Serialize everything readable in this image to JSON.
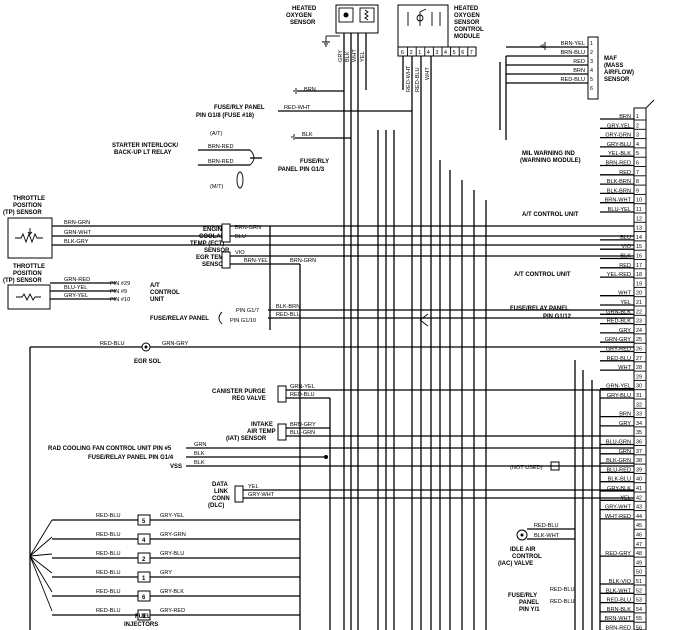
{
  "components": {
    "ho2s": [
      "HEATED",
      "OXYGEN",
      "SENSOR"
    ],
    "ho2s_module": [
      "HEATED",
      "OXYGEN",
      "SENSOR",
      "CONTROL",
      "MODULE"
    ],
    "maf": [
      "MAF",
      "(MASS",
      "AIRFLOW)",
      "SENSOR"
    ],
    "tp": [
      "THROTTLE",
      "POSITION",
      "(TP) SENSOR"
    ],
    "ect": [
      "ENGINE",
      "COOLANT",
      "TEMP (ECT)",
      "SENSOR"
    ],
    "egr_temp": [
      "EGR TEMP",
      "SENSOR"
    ],
    "egr_sol": [
      "EGR SOL"
    ],
    "canister": [
      "CANISTER PURGE",
      "REG VALVE"
    ],
    "iat": [
      "INTAKE",
      "AIR TEMP",
      "(IAT) SENSOR"
    ],
    "dlc": [
      "DATA",
      "LINK",
      "CONN",
      "(DLC)"
    ],
    "iac": [
      "IDLE AIR",
      "CONTROL",
      "(IAC) VALVE"
    ],
    "injectors": [
      "FUEL",
      "INJECTORS"
    ],
    "not_used": "(NOT USED)"
  },
  "refs": {
    "fuse18": [
      "FUSE/RLY PANEL",
      "PIN G1/8 (FUSE #18)"
    ],
    "starter": [
      "STARTER INTERLOCK/",
      "BACK-UP LT RELAY"
    ],
    "at": "(A/T)",
    "mt": "(M/T)",
    "fuse_g13": [
      "FUSE/RLY",
      "PANEL PIN G1/3"
    ],
    "mil": [
      "MIL WARNING IND",
      "(WARNING MODULE)"
    ],
    "at_unit1": "A/T CONTROL UNIT",
    "at_unit2": "A/T CONTROL UNIT",
    "at_unit3": [
      "A/T",
      "CONTROL",
      "UNIT"
    ],
    "pin29": "PIN #29",
    "pin9": "PIN #9",
    "pin10": "PIN #10",
    "fuse_left": "FUSE/RELAY PANEL",
    "pin_g17": "PIN G1/7",
    "pin_g110": "PIN G1/10",
    "fuse_g112": [
      "FUSE/RELAY PANEL",
      "PIN G1/12"
    ],
    "rad_fan": "RAD COOLING FAN CONTROL UNIT PIN #5",
    "fuse_g14": "FUSE/RELAY PANEL PIN G1/4",
    "vss": "VSS",
    "fuse_y1": [
      "FUSE/RLY",
      "PANEL",
      "PIN Y/1"
    ]
  },
  "module_pins": [
    "6",
    "2",
    "1",
    "4",
    "3",
    "4",
    "5",
    "6",
    "7"
  ],
  "maf_pins": [
    "1",
    "2",
    "3",
    "4",
    "5",
    "6"
  ],
  "maf_wires": [
    "BRN-YEL",
    "BRN-BLU",
    "RED",
    "BRN",
    "RED-BLU"
  ],
  "top_wires": {
    "gry": "GRY",
    "blk": "BLK",
    "wht": "WHT",
    "yel": "YEL",
    "red_wht": "RED-WHT",
    "red_blu": "RED-BLU",
    "wht2": "WHT",
    "brn": "BRN",
    "red_wht2": "RED-WHT",
    "blk2": "BLK",
    "brn_red": "BRN-RED",
    "brn_red2": "BRN-RED"
  },
  "ecm_pins": [
    {
      "n": "1",
      "w": "BRN"
    },
    {
      "n": "2",
      "w": "GRY-YEL"
    },
    {
      "n": "3",
      "w": "GRY-GRN"
    },
    {
      "n": "4",
      "w": "GRY-BLU"
    },
    {
      "n": "5",
      "w": "YEL-BLK"
    },
    {
      "n": "6",
      "w": "BRN-RED"
    },
    {
      "n": "7",
      "w": "RED"
    },
    {
      "n": "8",
      "w": "BLK-BRN"
    },
    {
      "n": "9",
      "w": "BLK-BRN"
    },
    {
      "n": "10",
      "w": "BRN-WHT"
    },
    {
      "n": "11",
      "w": "BLU-YEL"
    },
    {
      "n": "12",
      "w": ""
    },
    {
      "n": "13",
      "w": ""
    },
    {
      "n": "14",
      "w": "BLU"
    },
    {
      "n": "15",
      "w": "VIO"
    },
    {
      "n": "16",
      "w": "BLK"
    },
    {
      "n": "17",
      "w": "RED"
    },
    {
      "n": "18",
      "w": "YEL-RED"
    },
    {
      "n": "19",
      "w": ""
    },
    {
      "n": "20",
      "w": "WHT"
    },
    {
      "n": "21",
      "w": "YEL"
    },
    {
      "n": "22",
      "w": "GRN-BLK"
    },
    {
      "n": "23",
      "w": "RED-BLK"
    },
    {
      "n": "24",
      "w": "GRY"
    },
    {
      "n": "25",
      "w": "GRN-GRY"
    },
    {
      "n": "26",
      "w": "GRY-RED"
    },
    {
      "n": "27",
      "w": "RED-BLU"
    },
    {
      "n": "28",
      "w": "WHT"
    },
    {
      "n": "29",
      "w": ""
    },
    {
      "n": "30",
      "w": "GRN-YEL"
    },
    {
      "n": "31",
      "w": "GRY-BLU"
    },
    {
      "n": "32",
      "w": ""
    },
    {
      "n": "33",
      "w": "BRN"
    },
    {
      "n": "34",
      "w": "GRY"
    },
    {
      "n": "35",
      "w": ""
    },
    {
      "n": "36",
      "w": "BLU-GRN"
    },
    {
      "n": "37",
      "w": "GRN"
    },
    {
      "n": "38",
      "w": "BLK-GRN"
    },
    {
      "n": "39",
      "w": "BLU-RED"
    },
    {
      "n": "40",
      "w": "BLK-BLU"
    },
    {
      "n": "41",
      "w": "GRY-BLK"
    },
    {
      "n": "42",
      "w": "YEL"
    },
    {
      "n": "43",
      "w": "GRY-WHT"
    },
    {
      "n": "44",
      "w": "WHT-RED"
    },
    {
      "n": "45",
      "w": ""
    },
    {
      "n": "46",
      "w": ""
    },
    {
      "n": "47",
      "w": ""
    },
    {
      "n": "48",
      "w": "RED-GRY"
    },
    {
      "n": "49",
      "w": ""
    },
    {
      "n": "50",
      "w": ""
    },
    {
      "n": "51",
      "w": "BLK-VIO"
    },
    {
      "n": "52",
      "w": "BLK-WHT"
    },
    {
      "n": "53",
      "w": "RED-BLU"
    },
    {
      "n": "54",
      "w": "BRN-BLK"
    },
    {
      "n": "55",
      "w": "BRN-WHT"
    },
    {
      "n": "56",
      "w": "BRN-RED"
    }
  ],
  "left_wires": {
    "tp1": "BRN-GRN",
    "tp2": "GRN-WHT",
    "tp3": "BLK-GRY",
    "at1": "GRN-RED",
    "at2": "BLU-YEL",
    "at3": "GRY-YEL",
    "ect1": "BRN-GRN",
    "ect2": "BLU",
    "egr1": "VIO",
    "egr2": "BRN-YEL",
    "egr3": "BRN-GRN",
    "fr1": "BLK-BRN",
    "fr2": "RED-BLU",
    "egrsol1": "RED-BLU",
    "egrsol2": "GRN-GRY",
    "can1": "GRN-YEL",
    "can2": "RED-BLU",
    "iat1": "BRN-GRY",
    "iat2": "BLU-GRN",
    "rad": "GRN",
    "fuse14": "BLK",
    "vss": "BLK",
    "dlc1": "YEL",
    "dlc2": "GRY-WHT",
    "iac1": "RED-BLU",
    "iac2": "BLK-WHT",
    "iac3": "RED-BLU",
    "iac4": "RED-BLU"
  },
  "injectors": [
    {
      "num": "5",
      "l": "RED-BLU",
      "r": "GRY-YEL"
    },
    {
      "num": "4",
      "l": "RED-BLU",
      "r": "GRY-GRN"
    },
    {
      "num": "2",
      "l": "RED-BLU",
      "r": "GRY-BLU"
    },
    {
      "num": "1",
      "l": "RED-BLU",
      "r": "GRY"
    },
    {
      "num": "6",
      "l": "RED-BLU",
      "r": "GRY-BLK"
    },
    {
      "num": "3",
      "l": "RED-BLU",
      "r": "GRY-RED"
    }
  ]
}
